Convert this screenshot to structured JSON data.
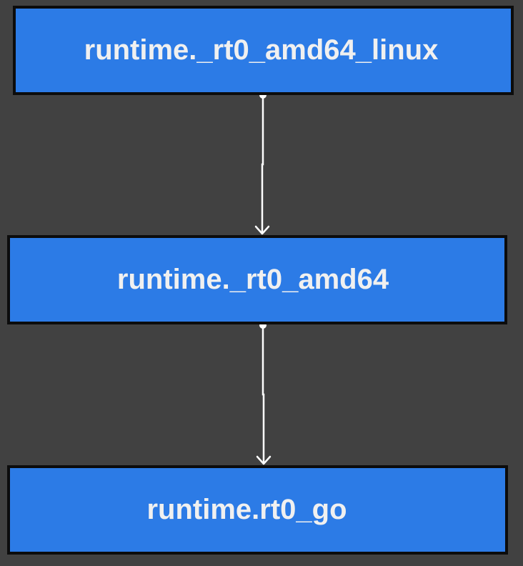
{
  "diagram": {
    "nodes": [
      {
        "id": "n1",
        "label": "runtime._rt0_amd64_linux"
      },
      {
        "id": "n2",
        "label": "runtime._rt0_amd64"
      },
      {
        "id": "n3",
        "label": "runtime.rt0_go"
      }
    ],
    "edges": [
      {
        "from": "n1",
        "to": "n2"
      },
      {
        "from": "n2",
        "to": "n3"
      }
    ]
  },
  "colors": {
    "background": "#414141",
    "node_fill": "#2c7be6",
    "node_border": "#0c0c0c",
    "node_text": "#f0f0f0",
    "edge": "#ffffff"
  }
}
